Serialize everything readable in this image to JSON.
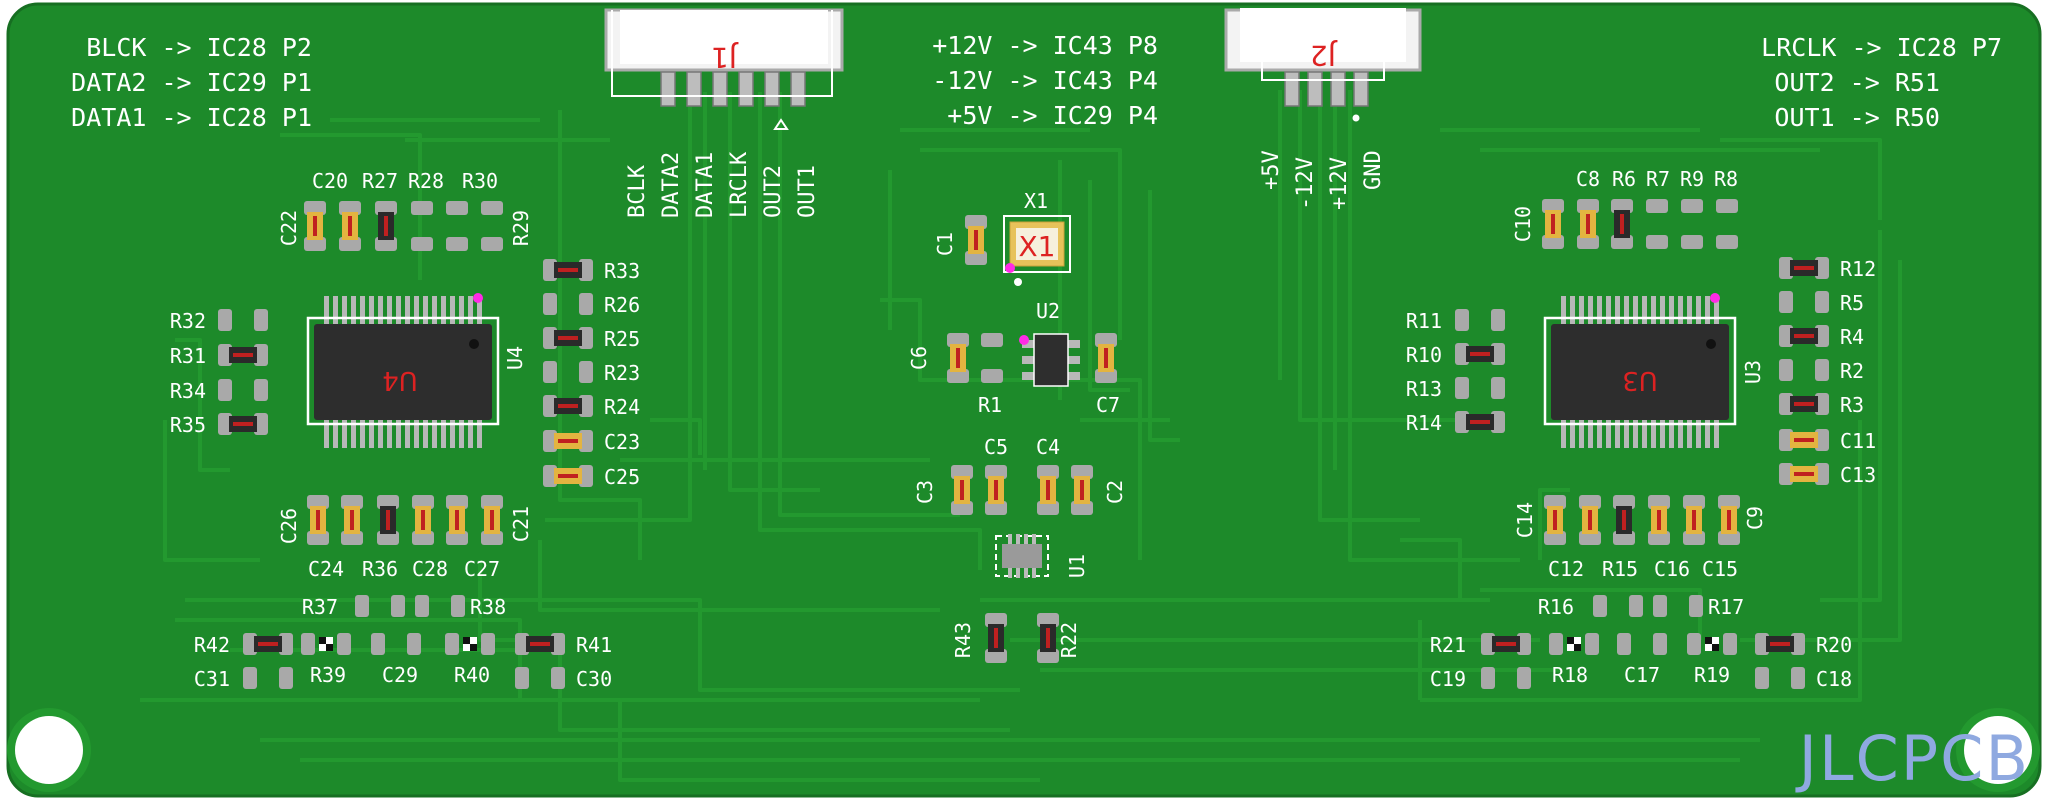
{
  "colors": {
    "board": "#1d8a2a",
    "trace": "#21962f",
    "pad": "#a9a9a9",
    "cap_body": "#e3b440",
    "res_body": "#2a2a2a",
    "silkscreen": "#ffffff",
    "ic_body": "#2d2d2d",
    "pin1_marker": "#ff2be6",
    "red_text": "#dd2222",
    "logo": "#8fa9e0",
    "mounting_hole": "#ffffff"
  },
  "notes_left": [
    "BLCK -> IC28 P2",
    "DATA2 -> IC29 P1",
    "DATA1 -> IC28 P1"
  ],
  "notes_center": [
    "+12V -> IC43 P8",
    "-12V -> IC43 P4",
    "+5V -> IC29 P4"
  ],
  "notes_right": [
    "LRCLK -> IC28 P7",
    "OUT2 -> R51",
    "OUT1 -> R50"
  ],
  "j1": {
    "ref": "J1",
    "pins": [
      "BCLK",
      "DATA2",
      "DATA1",
      "LRCLK",
      "OUT2",
      "OUT1"
    ],
    "pin1_icon": "triangle-icon"
  },
  "j2": {
    "ref": "J2",
    "pins": [
      "+5V",
      "-12V",
      "+12V",
      "GND"
    ],
    "pin1_icon": "dot-icon"
  },
  "ics": {
    "u4": "U4",
    "u3": "U3",
    "u2": "U2",
    "u1": "U1",
    "x1": "X1"
  },
  "refs_left": [
    "C20",
    "R27",
    "R28",
    "R30",
    "C22",
    "R29",
    "R33",
    "R26",
    "R25",
    "R23",
    "R24",
    "C23",
    "C25",
    "R32",
    "R31",
    "R34",
    "R35",
    "C26",
    "C21",
    "C24",
    "R36",
    "C28",
    "C27",
    "R37",
    "R38",
    "R42",
    "R39",
    "C29",
    "R40",
    "R41",
    "C31",
    "C30"
  ],
  "refs_center": [
    "X1",
    "C1",
    "U2",
    "C6",
    "R1",
    "C7",
    "C5",
    "C4",
    "C3",
    "C2",
    "R43",
    "R22"
  ],
  "refs_right": [
    "C8",
    "R6",
    "R7",
    "R9",
    "R8",
    "C10",
    "R12",
    "R5",
    "R4",
    "R2",
    "R3",
    "C11",
    "C13",
    "R11",
    "R10",
    "R13",
    "R14",
    "C14",
    "C9",
    "C12",
    "R15",
    "C16",
    "C15",
    "R16",
    "R17",
    "R21",
    "R18",
    "C17",
    "R19",
    "R20",
    "C19",
    "C18"
  ],
  "logo": "JLCPCB"
}
